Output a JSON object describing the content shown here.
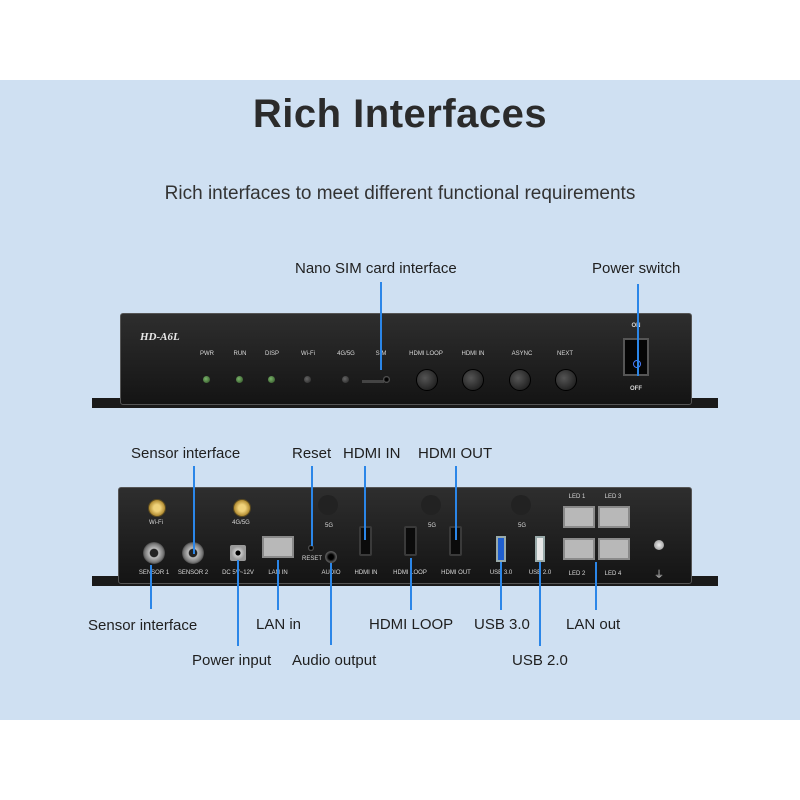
{
  "header": {
    "title": "Rich Interfaces",
    "subtitle": "Rich interfaces to meet different functional requirements"
  },
  "front_panel": {
    "model": "HD-A6L",
    "indicator_labels": [
      "PWR",
      "RUN",
      "DISP",
      "Wi-Fi",
      "4G/5G",
      "SIM",
      "HDMI LOOP",
      "HDMI IN",
      "ASYNC",
      "NEXT"
    ],
    "switch_on": "ON",
    "switch_off": "OFF"
  },
  "rear_panel": {
    "labels": {
      "wifi": "Wi-Fi",
      "lte": "4G/5G",
      "sensor1": "SENSOR 1",
      "sensor2": "SENSOR 2",
      "dc": "DC 5V~12V",
      "lan_in": "LAN IN",
      "reset": "RESET",
      "audio": "AUDIO",
      "fiveg_a": "5G",
      "fiveg_b": "5G",
      "fiveg_c": "5G",
      "hdmi_in": "HDMI IN",
      "hdmi_loop": "HDMI LOOP",
      "hdmi_out": "HDMI OUT",
      "usb3": "USB 3.0",
      "usb2": "USB 2.0",
      "led1": "LED 1",
      "led2": "LED 2",
      "led3": "LED 3",
      "led4": "LED 4"
    }
  },
  "callouts": {
    "nano_sim": "Nano SIM card interface",
    "power_switch": "Power switch",
    "sensor_top": "Sensor interface",
    "reset": "Reset",
    "hdmi_in": "HDMI IN",
    "hdmi_out": "HDMI OUT",
    "sensor_bottom": "Sensor interface",
    "lan_in": "LAN in",
    "power_input": "Power input",
    "audio_output": "Audio output",
    "hdmi_loop": "HDMI LOOP",
    "usb3": "USB 3.0",
    "usb2": "USB 2.0",
    "lan_out": "LAN out"
  },
  "colors": {
    "background": "#cfe0f2",
    "callout_line": "#2b86e8",
    "device": "#1c1c1c"
  }
}
